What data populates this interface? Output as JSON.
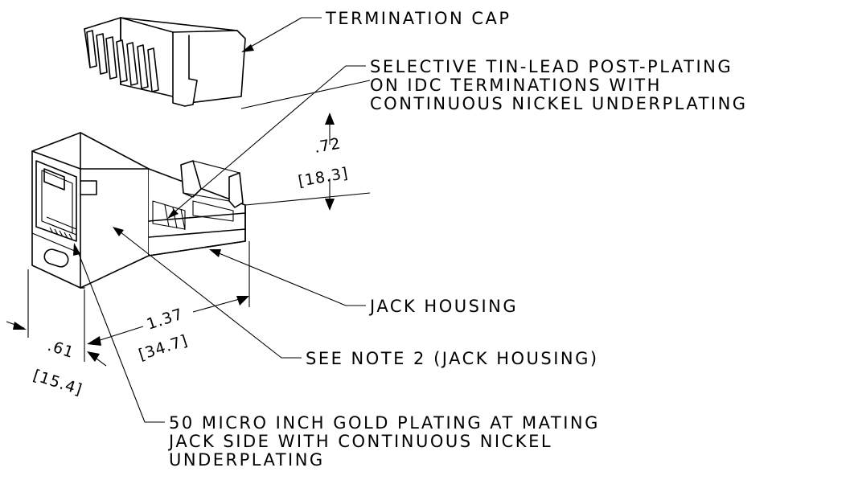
{
  "callouts": {
    "termination_cap": "TERMINATION CAP",
    "tin_lead": [
      "SELECTIVE TIN-LEAD POST-PLATING",
      "ON IDC TERMINATIONS WITH",
      "CONTINUOUS NICKEL UNDERPLATING"
    ],
    "jack_housing": "JACK HOUSING",
    "see_note": "SEE NOTE 2 (JACK HOUSING)",
    "gold_plating": [
      "50 MICRO INCH GOLD PLATING AT MATING",
      "JACK SIDE WITH CONTINUOUS NICKEL",
      "UNDERPLATING"
    ]
  },
  "dimensions": {
    "height_in": ".72",
    "height_mm": "[18.3]",
    "length_in": "1.37",
    "length_mm": "[34.7]",
    "width_in": ".61",
    "width_mm": "[15.4]"
  }
}
